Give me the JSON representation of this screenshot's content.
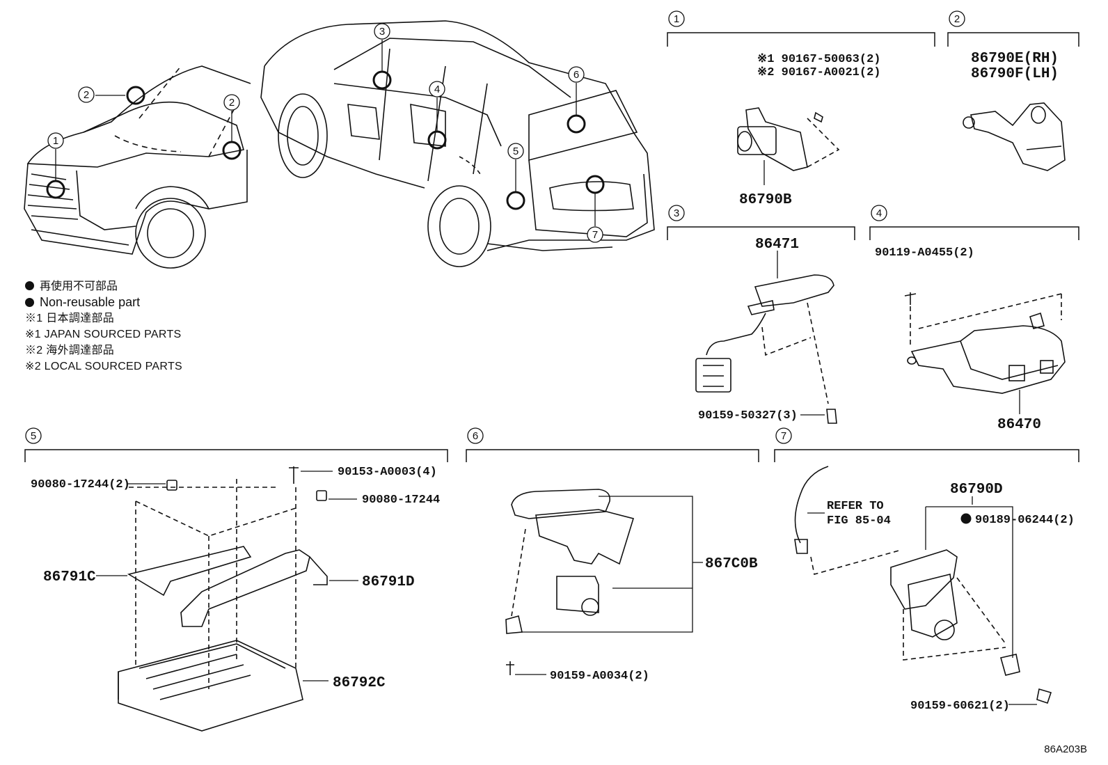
{
  "legend": {
    "nonreusable_jp": "再使用不可部品",
    "nonreusable_en": "Non-reusable part",
    "note1_jp": "※1 日本調達部品",
    "note1_en": "※1 JAPAN SOURCED PARTS",
    "note2_jp": "※2 海外調達部品",
    "note2_en": "※2 LOCAL SOURCED PARTS"
  },
  "callouts": [
    "1",
    "2",
    "3",
    "4",
    "5",
    "6",
    "7"
  ],
  "sections": {
    "s1": {
      "num": "1",
      "bolt_jp": "※1 90167-50063(2)",
      "bolt_local": "※2 90167-A0021(2)",
      "part": "86790B"
    },
    "s2": {
      "num": "2",
      "part_rh": "86790E(RH)",
      "part_lh": "86790F(LH)"
    },
    "s3": {
      "num": "3",
      "part": "86471",
      "bolt": "90159-50327(3)"
    },
    "s4": {
      "num": "4",
      "bolt": "90119-A0455(2)",
      "part": "86470"
    },
    "s5": {
      "num": "5",
      "nut_a": "90080-17244(2)",
      "bolt": "90153-A0003(4)",
      "nut_b": "90080-17244",
      "bracket_c": "86791C",
      "bracket_d": "86791D",
      "ecu": "86792C"
    },
    "s6": {
      "num": "6",
      "assy": "867C0B",
      "screw": "90159-A0034(2)"
    },
    "s7": {
      "num": "7",
      "part": "86790D",
      "refer1": "REFER TO",
      "refer2": "FIG 85-04",
      "clip": "90189-06244(2)",
      "screw": "90159-60621(2)"
    }
  },
  "figure_code": "86A203B",
  "icons": {
    "nonreusable": "filled-circle-icon"
  }
}
